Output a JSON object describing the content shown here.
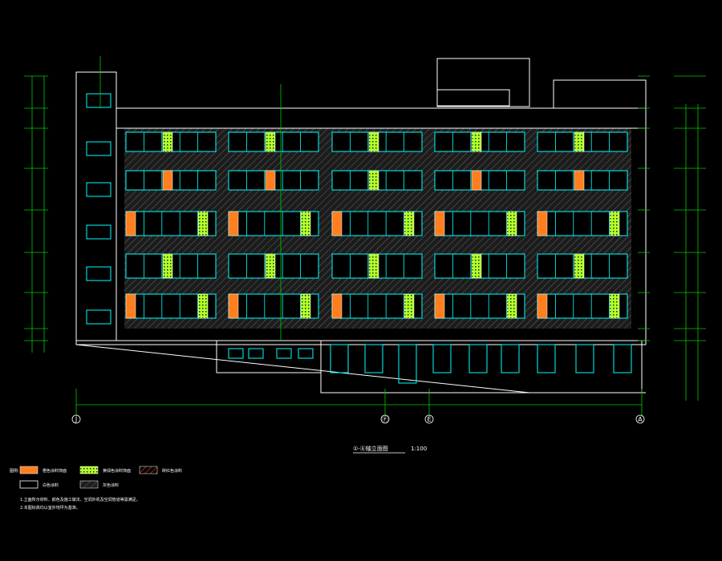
{
  "drawing": {
    "title": "①-Ⓐ轴立面图",
    "scale": "1:100"
  },
  "grid_axes": {
    "labels": [
      "J",
      "Ⓕ",
      "E",
      "A"
    ]
  },
  "legend": {
    "heading": "图例:",
    "items": [
      {
        "label": "橙色涂料饰面",
        "color": "#ff7f1f"
      },
      {
        "label": "黄绿色涂料饰面",
        "color": "#b6ff2a"
      },
      {
        "label": "砖红色涂料",
        "color": "#c0321e"
      },
      {
        "label": "白色涂料",
        "color": "#000000"
      },
      {
        "label": "灰色涂料",
        "color": "#555555"
      }
    ]
  },
  "notes": [
    "1.立面所示材料、颜色及施工做法、空调外机及空调管道等需满足。",
    "2.本图标高均以室外地坪为基准。"
  ],
  "colors": {
    "line_white": "#ffffff",
    "line_cyan": "#00ffff",
    "line_green": "#00cc00",
    "accent_orange": "#ff7f1f",
    "accent_yellowgreen": "#b6ff2a",
    "hatch_gray": "#555555"
  }
}
